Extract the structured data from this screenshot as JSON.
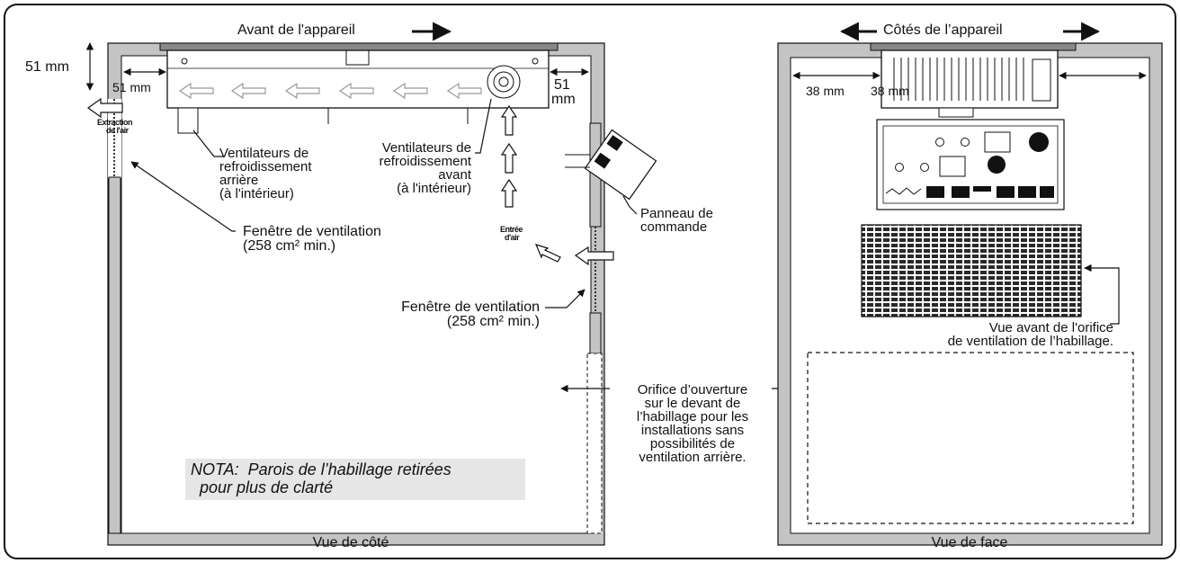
{
  "side_view": {
    "front_label": "Avant de l'appareil",
    "dim_top_51mm": "51 mm",
    "dim_left_51mm": "51 mm",
    "dim_right_51": "51",
    "dim_right_mm": "mm",
    "exhaust_label_1": "Extraction",
    "exhaust_label_2": "de l'air",
    "rear_fans": "Ventilateurs de\nrefroidissement\narrière\n(à l'intérieur)",
    "front_fans": "Ventilateurs de\nrefroidissement\navant\n(à l'intérieur)",
    "intake_label_1": "Entrée",
    "intake_label_2": "d'air",
    "control_panel": "Panneau de\ncommande",
    "vent_window_left": "Fenêtre de ventilation\n(258 cm² min.)",
    "vent_window_right": "Fenêtre de ventilation\n(258 cm² min.)",
    "opening_text": "Orifice d’ouverture\nsur le devant de\nl’habillage pour les\ninstallations sans\npossibilités de\nventilation arrière.",
    "nota": "NOTA:  Parois de l’habillage retirées\n  pour plus de clarté",
    "caption": "Vue de côté"
  },
  "front_view": {
    "sides_label": "Côtés de l’appareil",
    "dim_38_left": "38 mm",
    "dim_38_right": "38 mm",
    "vent_front_view": "Vue avant de l'orifice\nde ventilation de l’habillage.",
    "caption": "Vue de face"
  },
  "colors": {
    "frame_fill": "#c4c4c4",
    "line": "#111111",
    "note_bg": "#e6e6e6",
    "grille": "#2a2a2a"
  }
}
